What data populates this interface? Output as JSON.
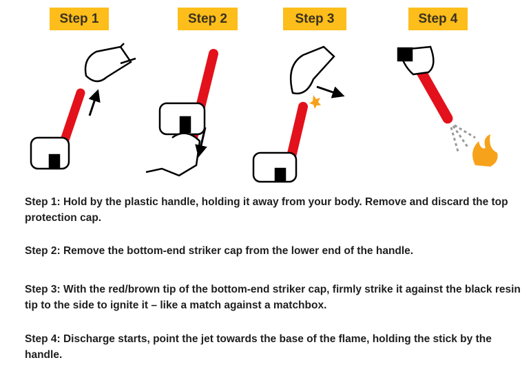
{
  "steps": [
    {
      "label": "Step 1",
      "text": "Step 1: Hold by the plastic handle, holding it away from your body. Remove and discard the top protection cap."
    },
    {
      "label": "Step 2",
      "text": "Step 2: Remove the bottom-end striker cap from the lower end of the handle."
    },
    {
      "label": "Step 3",
      "text": "Step 3: With the red/brown tip of the bottom-end striker cap, firmly strike it against the black resin tip to the side to ignite it – like a match against a matchbox."
    },
    {
      "label": "Step 4",
      "text": "Step 4: Discharge starts, point the jet towards the base of the flame, holding the stick by the handle."
    }
  ],
  "colors": {
    "badge": "#fdbd1a",
    "stick": "#e3111b",
    "flame": "#f7a21b"
  }
}
